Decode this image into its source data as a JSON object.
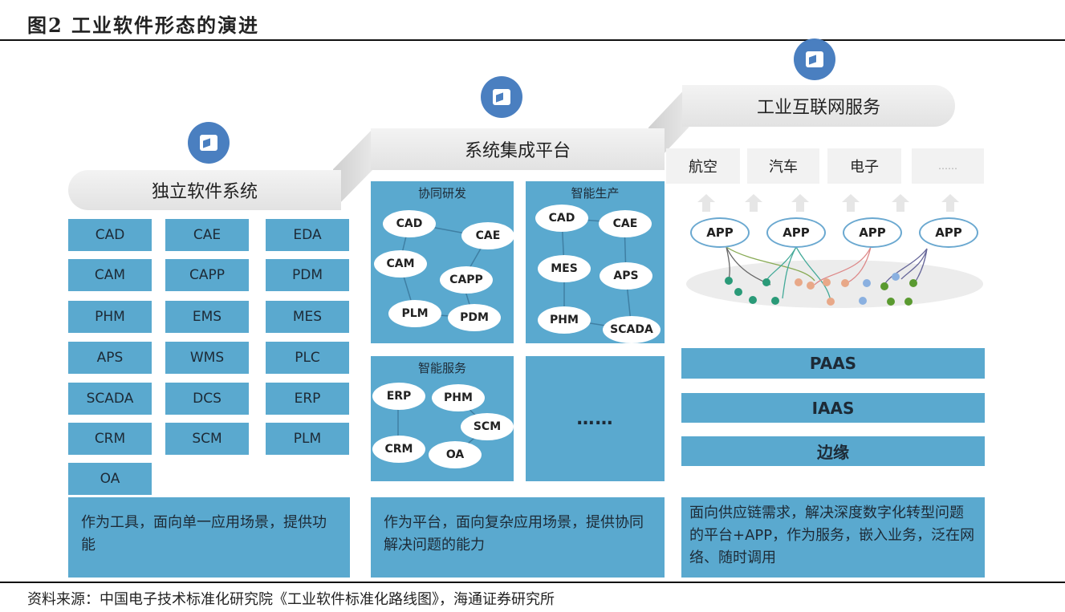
{
  "header": {
    "title": "图2  工业软件形态的演进"
  },
  "stage1": {
    "title": "独立软件系统",
    "items": [
      "CAD",
      "CAE",
      "EDA",
      "CAM",
      "CAPP",
      "PDM",
      "PHM",
      "EMS",
      "MES",
      "APS",
      "WMS",
      "PLC",
      "SCADA",
      "DCS",
      "ERP",
      "CRM",
      "SCM",
      "PLM",
      "OA"
    ],
    "description": "作为工具，面向单一应用场景，提供功能"
  },
  "stage2": {
    "title": "系统集成平台",
    "panels": [
      {
        "title": "协同研发",
        "nodes": [
          "CAD",
          "CAE",
          "CAM",
          "CAPP",
          "PLM",
          "PDM"
        ]
      },
      {
        "title": "智能生产",
        "nodes": [
          "CAD",
          "CAE",
          "MES",
          "APS",
          "PHM",
          "SCADA"
        ]
      },
      {
        "title": "智能服务",
        "nodes": [
          "ERP",
          "PHM",
          "SCM",
          "CRM",
          "OA"
        ]
      },
      {
        "title": "",
        "nodes": [],
        "ellipsis": "……"
      }
    ],
    "description": "作为平台，面向复杂应用场景，提供协同解决问题的能力"
  },
  "stage3": {
    "title": "工业互联网服务",
    "categories": [
      "航空",
      "汽车",
      "电子",
      "……"
    ],
    "apps": [
      "APP",
      "APP",
      "APP",
      "APP"
    ],
    "layers": [
      "PAAS",
      "IAAS",
      "边缘"
    ],
    "description": "面向供应链需求，解决深度数字化转型问题的平台+APP，作为服务，嵌入业务，泛在网络、随时调用"
  },
  "colors": {
    "cell": "#5aa9cf",
    "icon": "#4a7fc0"
  },
  "footer": {
    "source": "资料来源：中国电子技术标准化研究院《工业软件标准化路线图》，海通证券研究所"
  }
}
